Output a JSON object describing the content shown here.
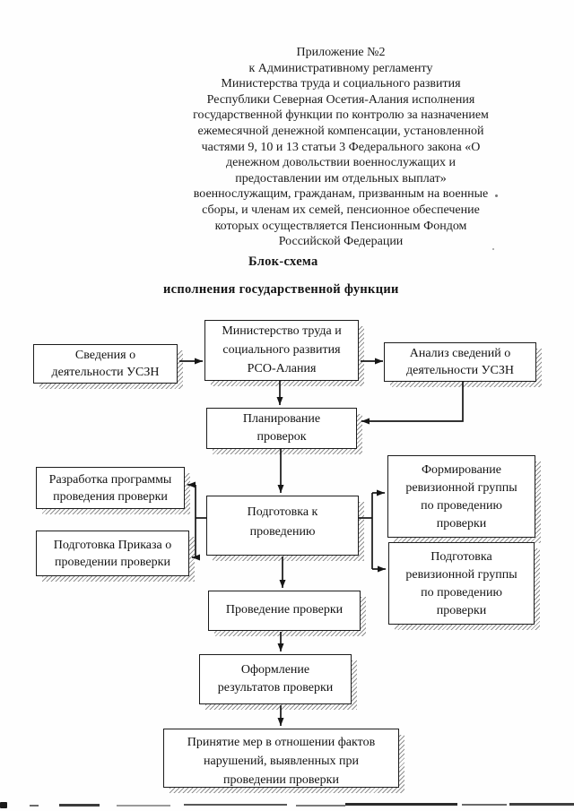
{
  "document": {
    "header_lines": [
      "Приложение №2",
      "к Административному регламенту",
      "Министерства труда и социального развития",
      "Республики Северная Осетия-Алания исполнения",
      "государственной функции по контролю за назначением",
      "ежемесячной денежной компенсации, установленной",
      "частями 9, 10 и 13 статьи 3 Федерального закона «О",
      "денежном довольствии военнослужащих и",
      "предоставлении им отдельных выплат»",
      "военнослужащим, гражданам, призванным на военные",
      "сборы, и членам их семей, пенсионное обеспечение",
      "которых осуществляется Пенсионным Фондом",
      "Российской Федерации"
    ],
    "title_line1": "Блок-схема",
    "title_line2": "исполнения государственной функции"
  },
  "flowchart": {
    "nodes": [
      {
        "id": "svedeniya-uszn",
        "lines": [
          "Сведения о",
          "деятельности УСЗН"
        ]
      },
      {
        "id": "ministerstvo",
        "lines": [
          "Министерство труда и",
          "социального развития",
          "РСО-Алания"
        ]
      },
      {
        "id": "analiz-svedeniy",
        "lines": [
          "Анализ сведений о",
          "деятельности УСЗН"
        ]
      },
      {
        "id": "planirovanie",
        "lines": [
          "Планирование",
          "проверок"
        ]
      },
      {
        "id": "razrabotka",
        "lines": [
          "Разработка программы",
          "проведения проверки"
        ]
      },
      {
        "id": "prikaz",
        "lines": [
          "Подготовка Приказа о",
          "проведении проверки"
        ]
      },
      {
        "id": "podgotovka",
        "lines": [
          "Подготовка к",
          "проведению"
        ]
      },
      {
        "id": "formirovanie",
        "lines": [
          "Формирование",
          "ревизионной группы",
          "по проведению",
          "проверки"
        ]
      },
      {
        "id": "podgotovka-gruppy",
        "lines": [
          "Подготовка",
          "ревизионной группы",
          "по проведению",
          "проверки"
        ]
      },
      {
        "id": "provedenie",
        "lines": [
          "Проведение проверки"
        ]
      },
      {
        "id": "oformlenie",
        "lines": [
          "Оформление",
          "результатов проверки"
        ]
      },
      {
        "id": "prinyatie-mer",
        "lines": [
          "Принятие мер в отношении фактов",
          "нарушений, выявленных при",
          "проведении проверки"
        ]
      }
    ]
  },
  "colors": {
    "ink": "#1a1a1a",
    "paper": "#fefefe",
    "shadow_hatch": "#8f8f8f"
  }
}
